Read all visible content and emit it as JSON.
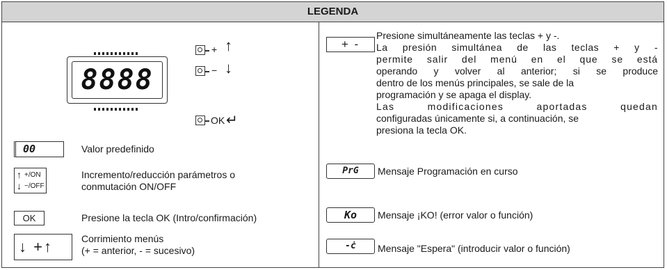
{
  "header": {
    "title": "LEGENDA"
  },
  "display": {
    "digits": "8888",
    "plus_label": "+",
    "minus_label": "−",
    "ok_label": "OK",
    "up_arrow": "↑",
    "down_arrow": "↓",
    "enter_arrow": "↵"
  },
  "left_items": [
    {
      "symbol": "00",
      "text": "Valor predefinido"
    },
    {
      "symbol_up": "+/ON",
      "symbol_down": "−/OFF",
      "text_lines": [
        "Incremento/reducción parámetros o",
        "conmutación ON/OFF"
      ]
    },
    {
      "symbol": "OK",
      "text": "Presione la tecla OK (Intro/confirmación)"
    },
    {
      "symbol": "↓ +↑",
      "text_lines": [
        "Corrimiento menús",
        "(+ = anterior, - = sucesivo)"
      ]
    }
  ],
  "right_items": [
    {
      "symbol": "+ -",
      "text_lines": [
        "Presione simultáneamente las teclas + y -.",
        "La presión simultánea de las teclas + y -",
        "permite salir del menú en el que se está",
        "operando y volver al anterior; si se produce",
        "dentro de los menús principales, se sale de la",
        "programación y se apaga el display.",
        "Las modificaciones aportadas quedan",
        "configuradas únicamente si, a continuación, se",
        "presiona la tecla OK."
      ]
    },
    {
      "symbol": "PrG",
      "text": "Mensaje Programación en curso"
    },
    {
      "symbol": "Ko",
      "text": "Mensaje ¡KO! (error valor o función)"
    },
    {
      "symbol": "-ċ",
      "text": "Mensaje \"Espera\" (introducir valor o función)"
    }
  ]
}
